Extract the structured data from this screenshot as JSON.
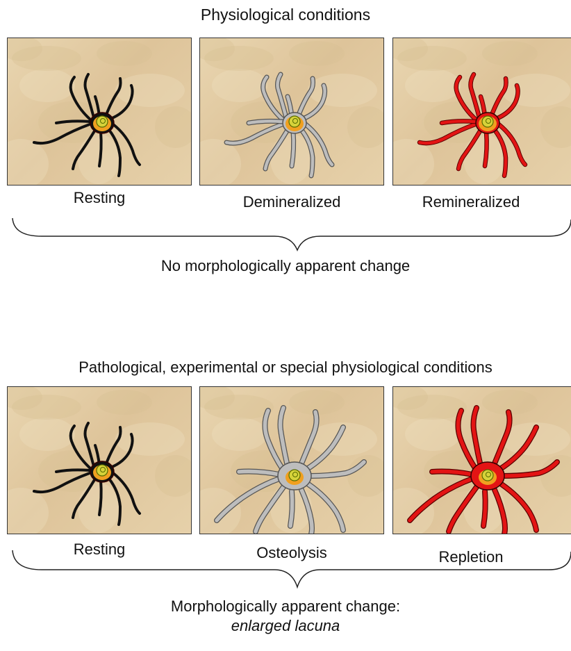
{
  "top": {
    "title": "Physiological conditions",
    "panels": [
      {
        "label": "Resting",
        "cell": "resting-osteocyte-icon",
        "color": "#111111"
      },
      {
        "label": "Demineralized",
        "cell": "demineralized-osteocyte-icon",
        "color": "#bdbdbd"
      },
      {
        "label": "Remineralized",
        "cell": "remineralized-osteocyte-icon",
        "color": "#e31414"
      }
    ],
    "caption": "No morphologically apparent change"
  },
  "bottom": {
    "title": "Pathological, experimental or special physiological conditions",
    "panels": [
      {
        "label": "Resting",
        "cell": "resting-osteocyte-icon",
        "color": "#111111"
      },
      {
        "label": "Osteolysis",
        "cell": "osteolysis-osteocyte-icon",
        "color": "#bdbdbd"
      },
      {
        "label": "Repletion",
        "cell": "repletion-osteocyte-icon",
        "color": "#e31414"
      }
    ],
    "caption_line1": "Morphologically apparent change:",
    "caption_line2": "enlarged lacuna"
  },
  "colors": {
    "matrix": "#e3cda5",
    "nucleus": "#d6d23a",
    "cytoplasm": "#f0a020"
  }
}
